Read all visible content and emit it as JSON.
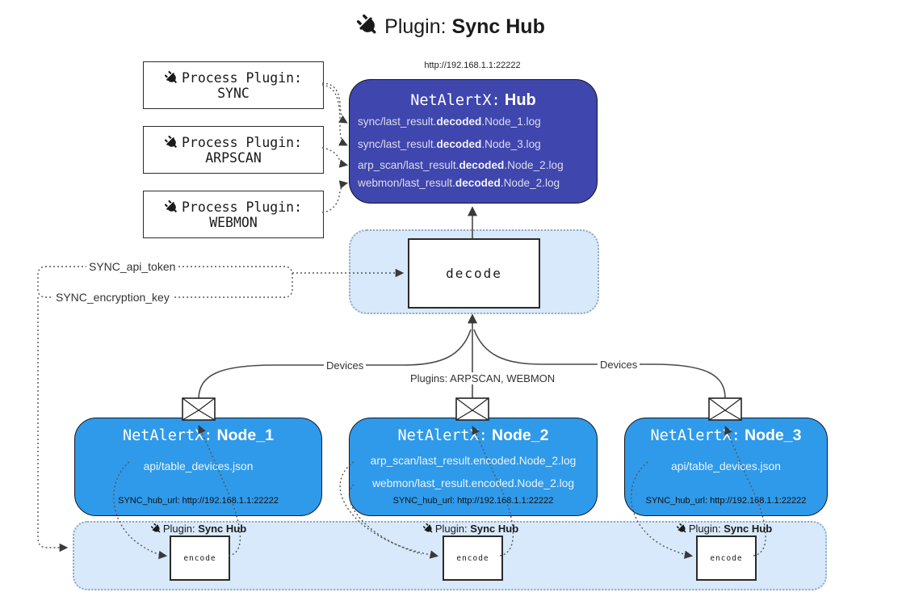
{
  "title": {
    "prefix": "Plugin:",
    "name": "Sync Hub",
    "icon": "plug-icon"
  },
  "colors": {
    "hub_bg": "#3F46AE",
    "node_bg": "#2F9AEA",
    "container_bg": "#D7E9FA",
    "hub_text": "#DCDDE9",
    "node_text": "#E9F3FC",
    "line": "#4A4A4A"
  },
  "process_plugins": [
    {
      "label": "Process Plugin:",
      "name": "SYNC"
    },
    {
      "label": "Process Plugin:",
      "name": "ARPSCAN"
    },
    {
      "label": "Process Plugin:",
      "name": "WEBMON"
    }
  ],
  "hub": {
    "url": "http://192.168.1.1:22222",
    "title_prefix": "NetAlertX:",
    "title_name": "Hub",
    "lines": [
      {
        "pre": "sync/last_result.",
        "bold": "decoded",
        "post": ".Node_1.log"
      },
      {
        "pre": "sync/last_result.",
        "bold": "decoded",
        "post": ".Node_3.log"
      },
      {
        "pre": "arp_scan/last_result.",
        "bold": "decoded",
        "post": ".Node_2.log"
      },
      {
        "pre": "webmon/last_result.",
        "bold": "decoded",
        "post": ".Node_2.log"
      }
    ]
  },
  "decode": {
    "label": "decode"
  },
  "secrets": {
    "api_token": "SYNC_api_token",
    "encryption_key": "SYNC_encryption_key"
  },
  "edges": {
    "devices_left": "Devices",
    "devices_right": "Devices",
    "plugins_middle": "Plugins: ARPSCAN, WEBMON"
  },
  "nodes": [
    {
      "title_prefix": "NetAlertX:",
      "title_name": "Node_1",
      "lines": [
        "api/table_devices.json"
      ],
      "hub_url": "SYNC_hub_url: http://192.168.1.1:22222"
    },
    {
      "title_prefix": "NetAlertX:",
      "title_name": "Node_2",
      "lines": [
        "arp_scan/last_result.encoded.Node_2.log",
        "webmon/last_result.encoded.Node_2.log"
      ],
      "hub_url": "SYNC_hub_url: http://192.168.1.1:22222"
    },
    {
      "title_prefix": "NetAlertX:",
      "title_name": "Node_3",
      "lines": [
        "api/table_devices.json"
      ],
      "hub_url": "SYNC_hub_url: http://192.168.1.1:22222"
    }
  ],
  "encoders": [
    {
      "plugin_prefix": "Plugin:",
      "plugin_name": "Sync Hub",
      "box_label": "encode"
    },
    {
      "plugin_prefix": "Plugin:",
      "plugin_name": "Sync Hub",
      "box_label": "encode"
    },
    {
      "plugin_prefix": "Plugin:",
      "plugin_name": "Sync Hub",
      "box_label": "encode"
    }
  ]
}
